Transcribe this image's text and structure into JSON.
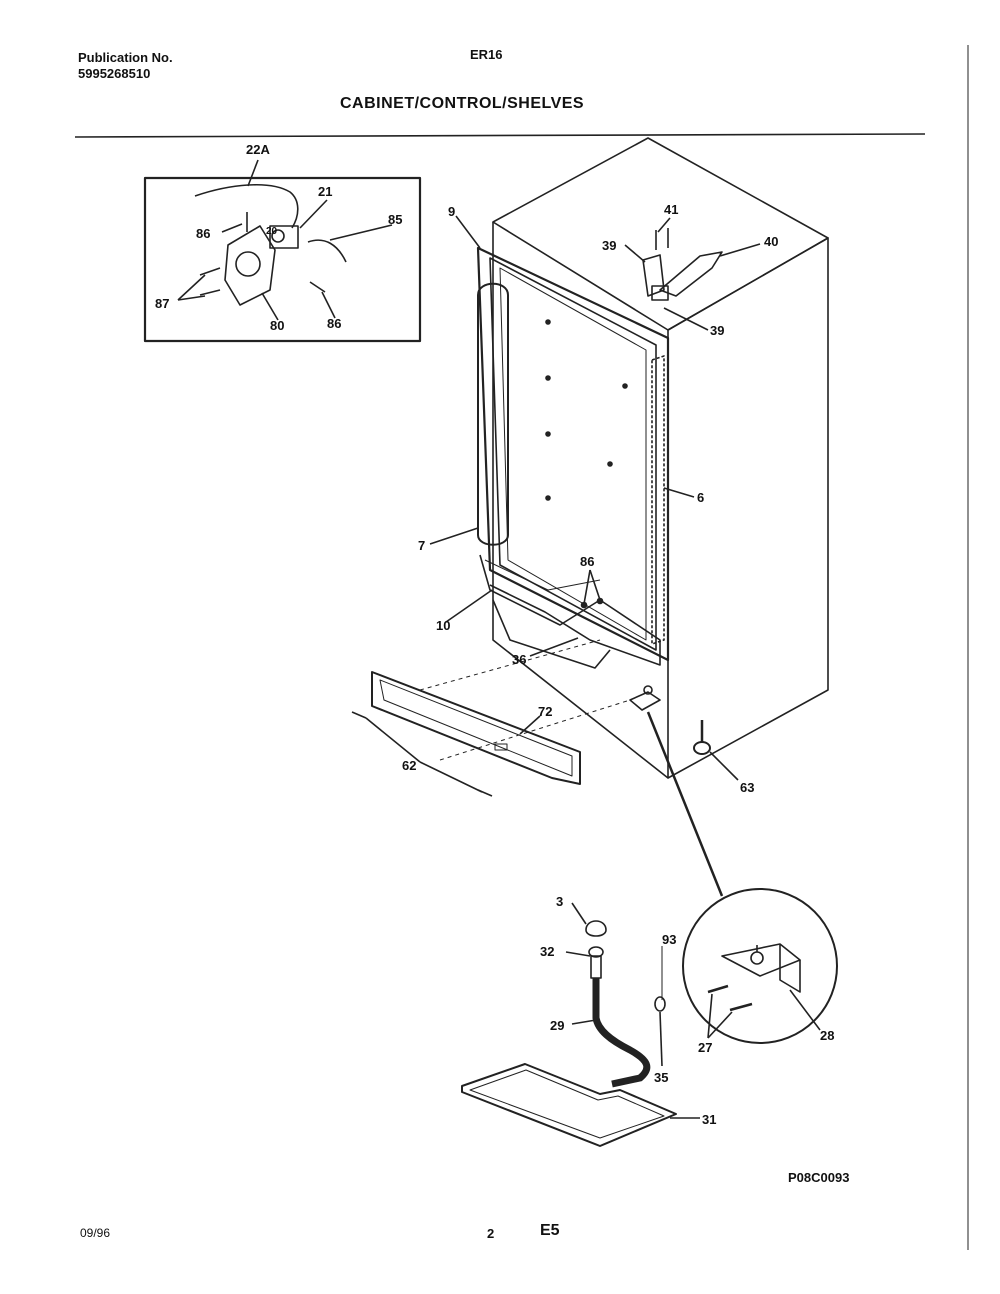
{
  "header": {
    "publication_label": "Publication No.",
    "publication_number": "5995268510",
    "model": "ER16",
    "section_title": "CABINET/CONTROL/SHELVES"
  },
  "footer": {
    "date": "09/96",
    "page": "2",
    "code": "E5",
    "drawing_id": "P08C0093"
  },
  "callouts": {
    "c22A": "22A",
    "c21": "21",
    "c20": "20",
    "c86a": "86",
    "c86b": "86",
    "c86c": "86",
    "c85": "85",
    "c87": "87",
    "c80": "80",
    "c9": "9",
    "c41": "41",
    "c39a": "39",
    "c40": "40",
    "c39b": "39",
    "c6": "6",
    "c7": "7",
    "c10": "10",
    "c36": "36",
    "c72": "72",
    "c62": "62",
    "c63": "63",
    "c3": "3",
    "c32": "32",
    "c93": "93",
    "c29": "29",
    "c35": "35",
    "c31": "31",
    "c27": "27",
    "c28": "28"
  }
}
